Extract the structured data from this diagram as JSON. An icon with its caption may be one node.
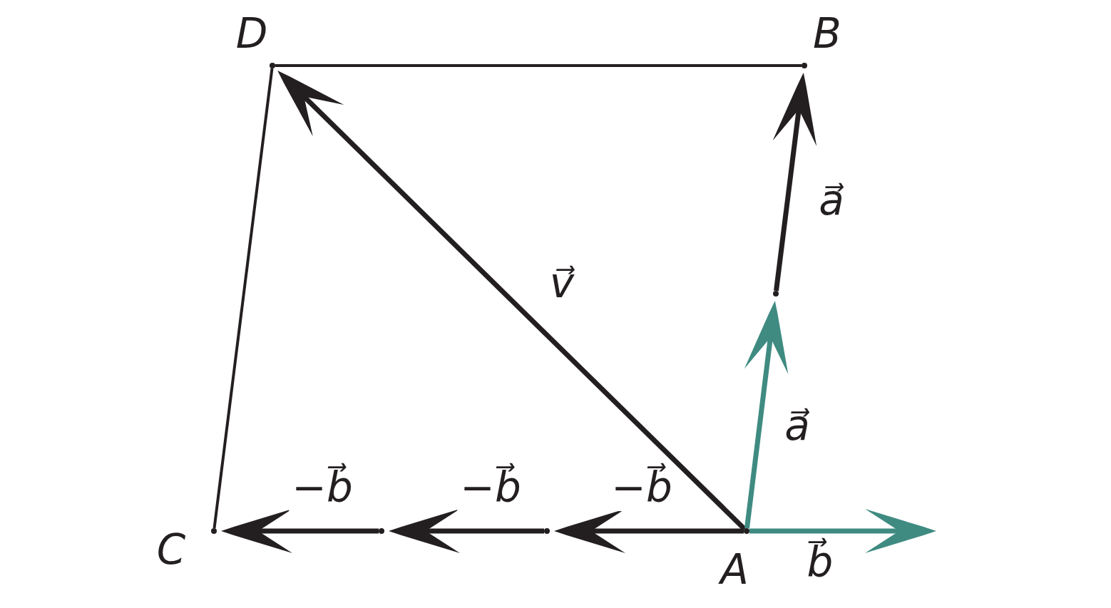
{
  "diagram": {
    "nodes": [
      {
        "text": [],
        "shape": "point",
        "beside": [
          "D"
        ]
      },
      {
        "text": [],
        "shape": "point",
        "beside": [
          "B"
        ]
      },
      {
        "text": [],
        "shape": "point",
        "beside": [
          "C"
        ]
      },
      {
        "text": [],
        "shape": "point",
        "beside": [
          "A"
        ]
      },
      {
        "text": [],
        "shape": "point"
      },
      {
        "text": [],
        "shape": "point"
      },
      {
        "text": [],
        "shape": "point"
      }
    ],
    "edges": [
      {
        "from": 0,
        "to": 1,
        "arrow": "none"
      },
      {
        "from": 0,
        "to": 2,
        "arrow": "none"
      },
      {
        "from": 3,
        "to": 0,
        "arrow": "to",
        "label": "v⃗"
      },
      {
        "from": 3,
        "to": 4,
        "arrow": "to",
        "label": "a⃗",
        "color": "#3f8b82"
      },
      {
        "from": 4,
        "to": 1,
        "arrow": "to",
        "label": "a⃗"
      },
      {
        "from": 3,
        "to": 6,
        "arrow": "to",
        "label": "−b⃗"
      },
      {
        "from": 6,
        "to": 5,
        "arrow": "to",
        "label": "−b⃗"
      },
      {
        "from": 5,
        "to": 2,
        "arrow": "to",
        "label": "−b⃗"
      },
      {
        "from": 3,
        "to": null,
        "arrow": "to",
        "label": "b⃗",
        "color": "#3f8b82"
      }
    ]
  }
}
